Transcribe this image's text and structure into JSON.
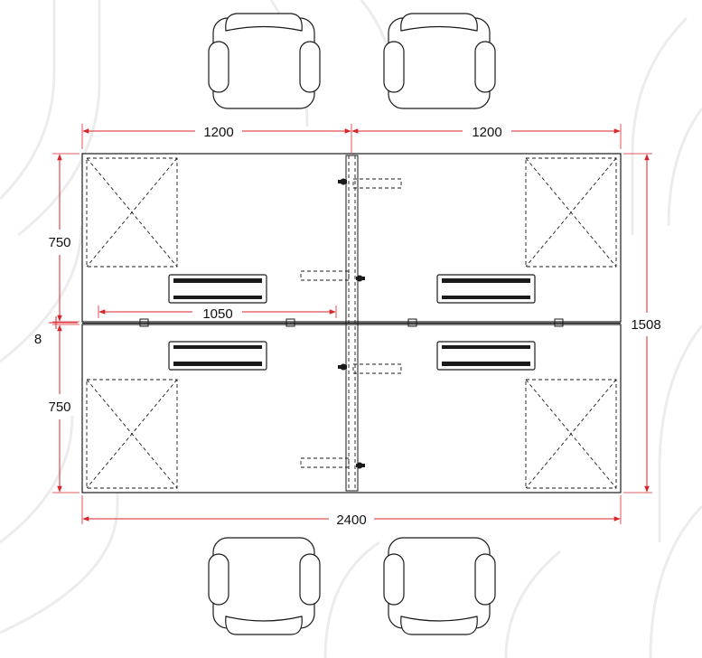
{
  "diagram": {
    "dimensions": {
      "top_left_width": "1200",
      "top_right_width": "1200",
      "overall_width": "2400",
      "upper_depth": "750",
      "lower_depth": "750",
      "gap": "8",
      "overall_depth": "1508",
      "screen_length": "1050"
    },
    "colors": {
      "dimension": "#d9262b",
      "outline": "#1a1a1a",
      "background_pattern": "#ececec"
    }
  }
}
